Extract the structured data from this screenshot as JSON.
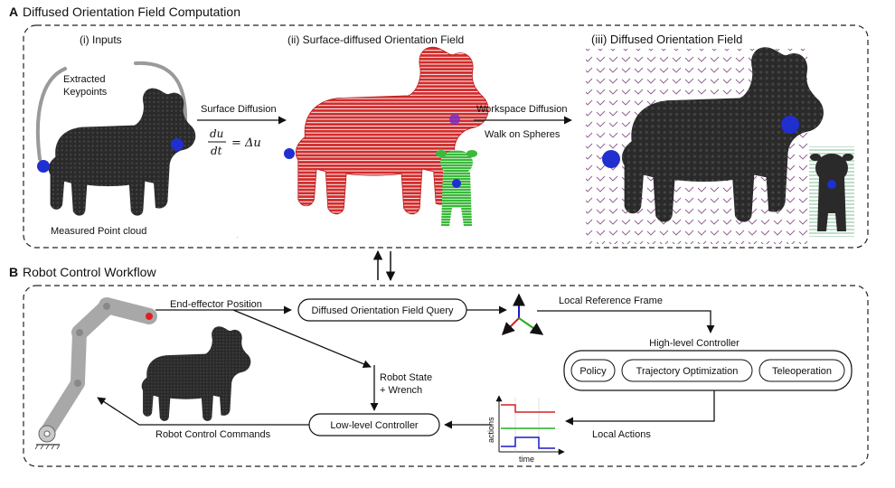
{
  "section_a": {
    "letter": "A",
    "title": "Diffused Orientation Field Computation",
    "inputs_title": "(i) Inputs",
    "keypoints_label_1": "Extracted",
    "keypoints_label_2": "Keypoints",
    "pointcloud_label": "Measured Point cloud",
    "surface_title": "(ii) Surface-diffused Orientation Field",
    "surface_diffusion_label": "Surface Diffusion",
    "eq_numerator": "du",
    "eq_denominator": "dt",
    "eq_rhs": "= Δu",
    "workspace_diffusion_label": "Workspace Diffusion",
    "walk_on_spheres_label": "Walk on Spheres",
    "diffused_title": "(iii) Diffused Orientation Field"
  },
  "section_b": {
    "letter": "B",
    "title": "Robot Control Workflow",
    "ee_position_label": "End-effector Position",
    "query_box": "Diffused Orientation Field Query",
    "local_frame_label": "Local Reference Frame",
    "high_level_title": "High-level Controller",
    "policy": "Policy",
    "trajectory_optimization": "Trajectory Optimization",
    "teleoperation": "Teleoperation",
    "robot_state_1": "Robot State",
    "robot_state_2": "+ Wrench",
    "low_level_box": "Low-level Controller",
    "commands_label": "Robot Control Commands",
    "local_actions_label": "Local Actions",
    "actions_axis": "actions",
    "time_axis": "time"
  },
  "colors": {
    "surface_field": "#d42a2a",
    "green_toy": "#3cb83c",
    "keypoint_blue": "#1f2fd0",
    "pointcloud": "#2a2a2a",
    "robot_gray": "#a8a8a8",
    "action_red": "#d62020",
    "action_green": "#22b022",
    "action_blue": "#1a1ac8"
  }
}
